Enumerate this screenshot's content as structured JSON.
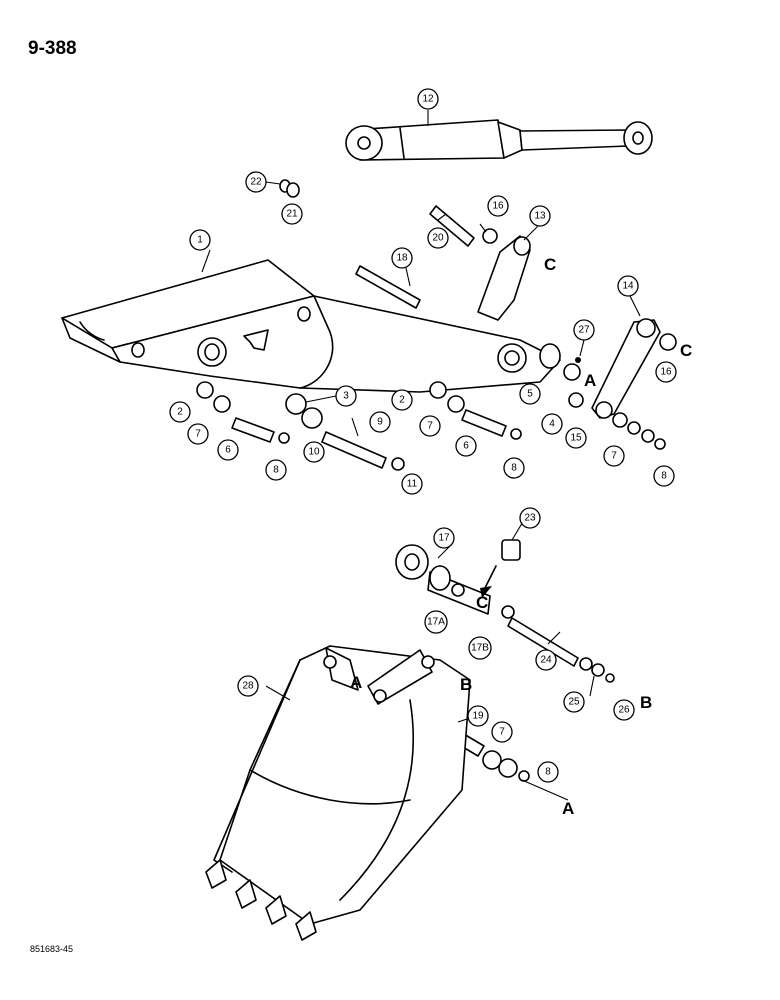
{
  "page": {
    "number": "9-388",
    "figure_code": "851683-45"
  },
  "callouts": [
    {
      "id": "c1",
      "label": "1"
    },
    {
      "id": "c2a",
      "label": "2"
    },
    {
      "id": "c2b",
      "label": "2"
    },
    {
      "id": "c3",
      "label": "3"
    },
    {
      "id": "c4",
      "label": "4"
    },
    {
      "id": "c5",
      "label": "5"
    },
    {
      "id": "c6a",
      "label": "6"
    },
    {
      "id": "c6b",
      "label": "6"
    },
    {
      "id": "c7a",
      "label": "7"
    },
    {
      "id": "c7b",
      "label": "7"
    },
    {
      "id": "c7c",
      "label": "7"
    },
    {
      "id": "c7d",
      "label": "7"
    },
    {
      "id": "c8a",
      "label": "8"
    },
    {
      "id": "c8b",
      "label": "8"
    },
    {
      "id": "c8c",
      "label": "8"
    },
    {
      "id": "c8d",
      "label": "8"
    },
    {
      "id": "c9",
      "label": "9"
    },
    {
      "id": "c10",
      "label": "10"
    },
    {
      "id": "c11",
      "label": "11"
    },
    {
      "id": "c12",
      "label": "12"
    },
    {
      "id": "c13",
      "label": "13"
    },
    {
      "id": "c14",
      "label": "14"
    },
    {
      "id": "c15",
      "label": "15"
    },
    {
      "id": "c16a",
      "label": "16"
    },
    {
      "id": "c16b",
      "label": "16"
    },
    {
      "id": "c17",
      "label": "17"
    },
    {
      "id": "c17a",
      "label": "17A"
    },
    {
      "id": "c17b",
      "label": "17B"
    },
    {
      "id": "c18",
      "label": "18"
    },
    {
      "id": "c19",
      "label": "19"
    },
    {
      "id": "c20",
      "label": "20"
    },
    {
      "id": "c21",
      "label": "21"
    },
    {
      "id": "c22",
      "label": "22"
    },
    {
      "id": "c23",
      "label": "23"
    },
    {
      "id": "c24",
      "label": "24"
    },
    {
      "id": "c25",
      "label": "25"
    },
    {
      "id": "c26",
      "label": "26"
    },
    {
      "id": "c27",
      "label": "27"
    },
    {
      "id": "c28",
      "label": "28"
    }
  ],
  "reference_letters": [
    {
      "id": "rC1",
      "label": "C"
    },
    {
      "id": "rC2",
      "label": "C"
    },
    {
      "id": "rC3",
      "label": "C"
    },
    {
      "id": "rA1",
      "label": "A"
    },
    {
      "id": "rA2",
      "label": "A"
    },
    {
      "id": "rA3",
      "label": "A"
    },
    {
      "id": "rB1",
      "label": "B"
    },
    {
      "id": "rB2",
      "label": "B"
    }
  ]
}
